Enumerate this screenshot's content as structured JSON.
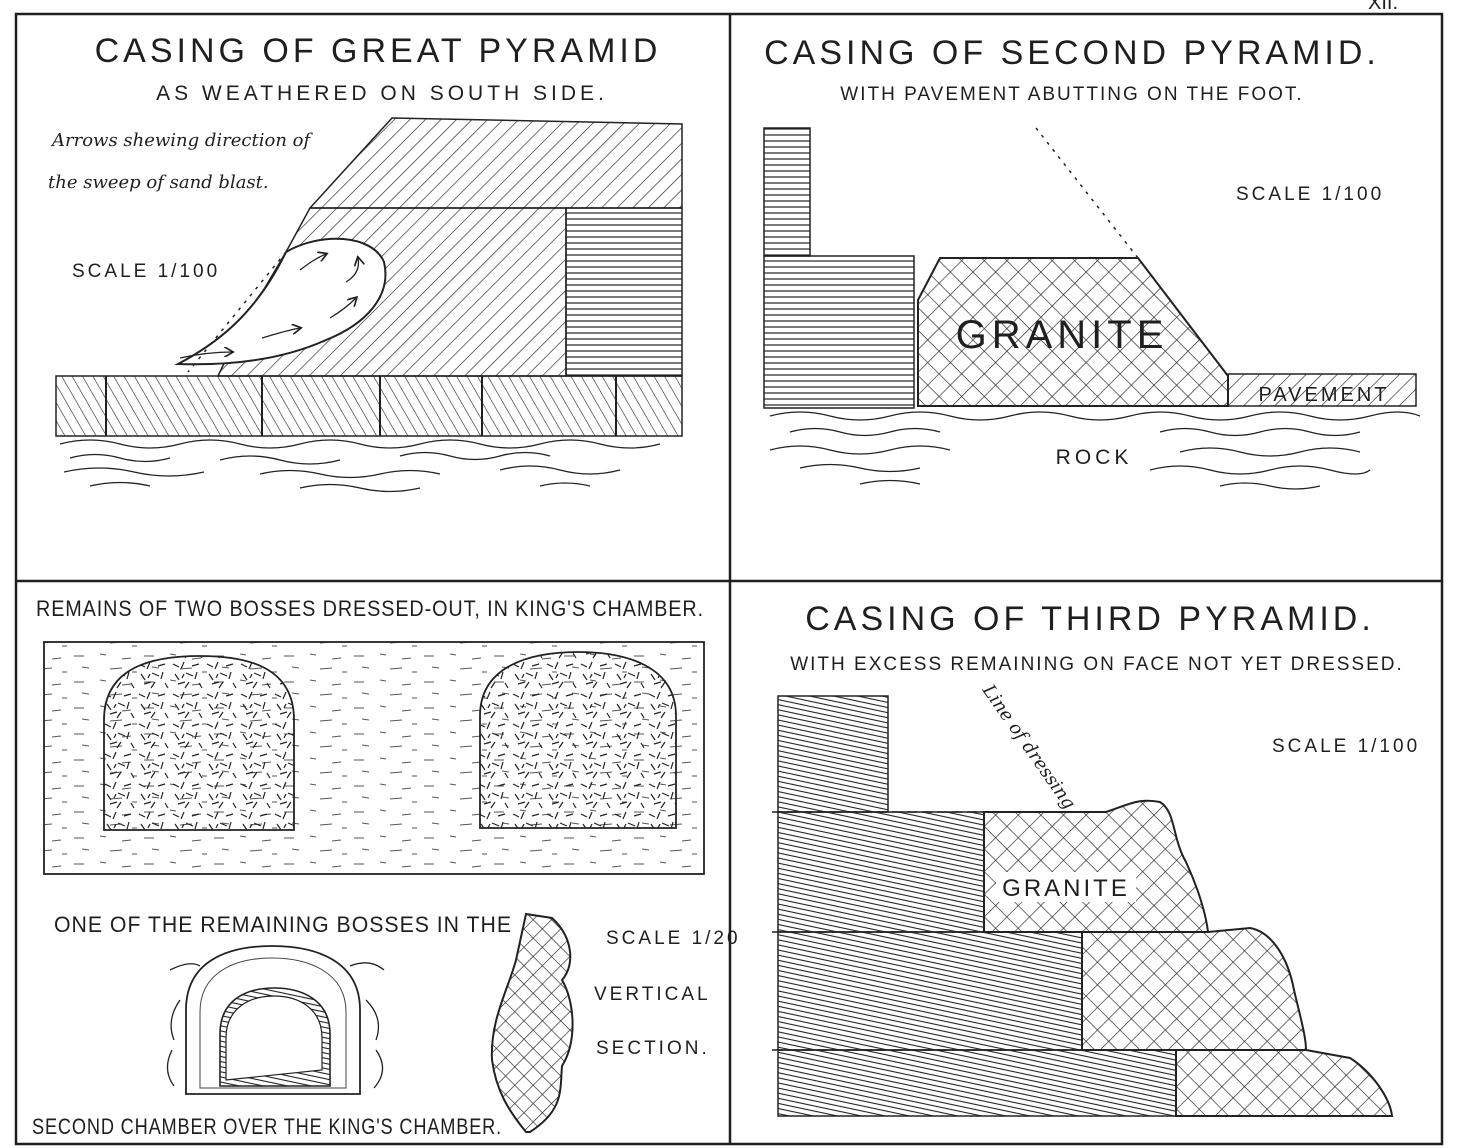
{
  "plate_number": "XII.",
  "panel_great": {
    "title": "CASING OF GREAT PYRAMID",
    "subtitle": "AS WEATHERED ON SOUTH SIDE.",
    "note_line1": "Arrows shewing direction of",
    "note_line2": "the sweep of sand blast.",
    "scale": "SCALE 1/100"
  },
  "panel_second": {
    "title": "CASING OF SECOND PYRAMID.",
    "subtitle": "WITH PAVEMENT ABUTTING ON THE FOOT.",
    "scale": "SCALE 1/100",
    "label_granite": "GRANITE",
    "label_pavement": "PAVEMENT",
    "label_rock": "ROCK"
  },
  "panel_bosses": {
    "title": "REMAINS OF TWO BOSSES DRESSED-OUT, IN KING'S CHAMBER.",
    "one_of": "ONE OF THE REMAINING BOSSES IN THE",
    "second_chamber": "SECOND CHAMBER OVER THE KING'S CHAMBER.",
    "scale": "SCALE 1/20",
    "vertical": "VERTICAL",
    "section": "SECTION."
  },
  "panel_third": {
    "title": "CASING OF THIRD PYRAMID.",
    "subtitle": "WITH EXCESS REMAINING ON FACE NOT YET DRESSED.",
    "line_of_dressing": "Line of dressing",
    "scale": "SCALE 1/100",
    "label_granite": "GRANITE"
  },
  "colors": {
    "ink": "#1f1f1f",
    "paper": "#ffffff"
  }
}
